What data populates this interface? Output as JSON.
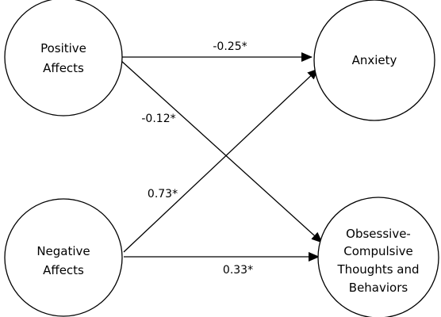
{
  "nodes": {
    "positive_affects": {
      "lines": [
        "Positive",
        "Affects"
      ]
    },
    "negative_affects": {
      "lines": [
        "Negative",
        "Affects"
      ]
    },
    "anxiety": {
      "lines": [
        "Anxiety"
      ]
    },
    "ocd": {
      "lines": [
        "Obsessive-",
        "Compulsive",
        "Thoughts and",
        "Behaviors"
      ]
    }
  },
  "edges": {
    "pos_to_anxiety": {
      "from": "positive_affects",
      "to": "anxiety",
      "label": "-0.25*"
    },
    "pos_to_ocd": {
      "from": "positive_affects",
      "to": "ocd",
      "label": "-0.12*"
    },
    "neg_to_anxiety": {
      "from": "negative_affects",
      "to": "anxiety",
      "label": "0.73*"
    },
    "neg_to_ocd": {
      "from": "negative_affects",
      "to": "ocd",
      "label": "0.33*"
    }
  },
  "colors": {
    "stroke": "#000000",
    "fill": "#ffffff"
  }
}
